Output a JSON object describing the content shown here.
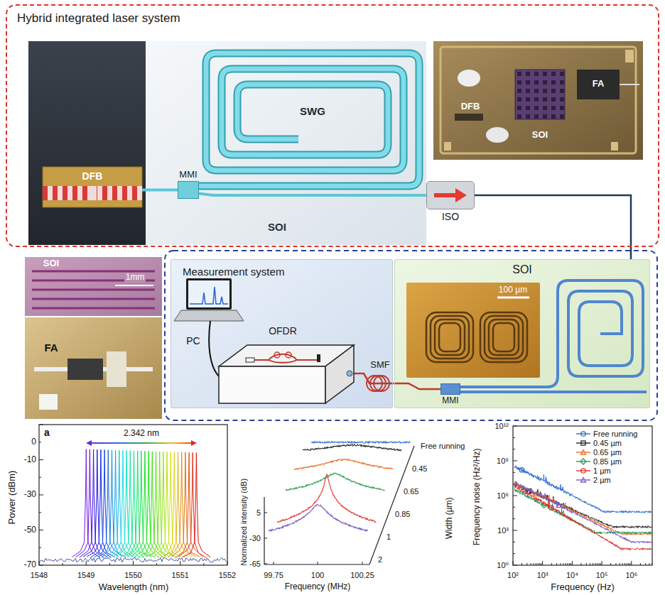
{
  "diagram": {
    "nodes": [
      {
        "text": [
          "Hybrid integrated laser system"
        ]
      },
      {
        "text": [
          "DFB"
        ],
        "in": 0
      },
      {
        "text": [
          "SOI"
        ],
        "in": 0
      },
      {
        "text": [
          "MMI"
        ],
        "in": 2
      },
      {
        "text": [
          "ISO"
        ],
        "in": 0
      },
      {
        "text": [
          "Measurement system"
        ]
      },
      {
        "text": [
          "OFDR"
        ],
        "in": 5
      },
      {
        "text": [
          "SOI"
        ]
      },
      {
        "text": [
          "MMI"
        ],
        "in": 7
      }
    ],
    "edges": [
      {
        "from": 1,
        "to": 3,
        "arrow": "none"
      },
      {
        "from": 3,
        "to": 4,
        "arrow": "none"
      },
      {
        "from": 4,
        "to": 7,
        "arrow": "none"
      },
      {
        "from": 6,
        "to": 8,
        "label": "SMF",
        "arrow": "none"
      }
    ],
    "labels": [
      "SWG",
      "DFB",
      "FA",
      "SOI",
      "SOI",
      "1mm",
      "FA",
      "PC",
      "100 µm",
      "a",
      "2.342 nm",
      "Power (dBm)",
      "Wavelength (nm)",
      "0",
      "-10",
      "-30",
      "-50",
      "-70",
      "1548",
      "1549",
      "1550",
      "1551",
      "1552",
      "Normalized intensity (dB)",
      "5",
      "-30",
      "-65",
      "99.75",
      "100",
      "100.25",
      "Frequency (MHz)",
      "Width (µm)",
      "Free running",
      "0.45",
      "0.65",
      "0.85",
      "1",
      "2",
      "Frequency noise (Hz²/Hz)",
      "Frequency (Hz)",
      "10¹²",
      "10⁹",
      "10⁶",
      "10³",
      "10⁰",
      "10²",
      "10³",
      "10⁴",
      "10⁵",
      "10⁶"
    ],
    "legend": [
      {
        "text": "Free running"
      },
      {
        "text": "0.45 µm"
      },
      {
        "text": "0.65 µm"
      },
      {
        "text": "0.85 µm"
      },
      {
        "text": "1 µm"
      },
      {
        "text": "2 µm"
      }
    ]
  }
}
